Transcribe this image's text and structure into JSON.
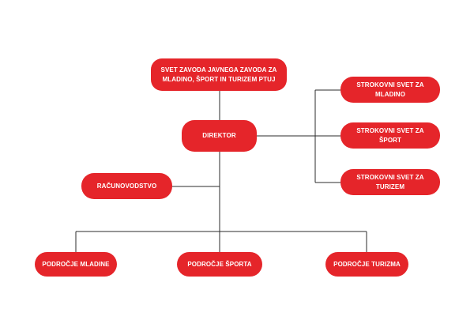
{
  "nodes": {
    "council": "SVET ZAVODA JAVNEGA ZAVODA ZA MLADINO, ŠPORT IN TURIZEM PTUJ",
    "director": "DIREKTOR",
    "accounting": "RAČUNOVODSTVO",
    "expert_youth": "STROKOVNI SVET ZA MLADINO",
    "expert_sport": "STROKOVNI SVET ZA ŠPORT",
    "expert_tourism": "STROKOVNI SVET ZA TURIZEM",
    "area_youth": "PODROČJE MLADINE",
    "area_sport": "PODROČJE ŠPORTA",
    "area_tourism": "PODROČJE TURIZMA"
  },
  "colors": {
    "node_fill": "#e5252a",
    "node_text": "#ffffff",
    "connector": "#2b2b2b"
  }
}
